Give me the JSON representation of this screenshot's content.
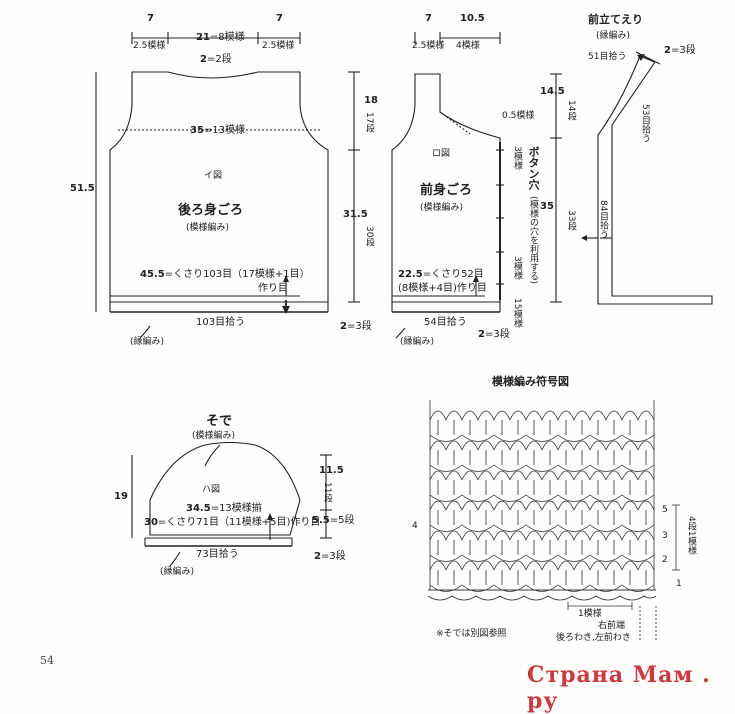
{
  "back": {
    "w_left": "7",
    "w_left_sub": "2.5模様",
    "w_mid": "21",
    "w_mid_eq": "=8模様",
    "w_right": "7",
    "w_right_sub": "2.5模様",
    "neck_rows": "2",
    "neck_rows_eq": "=2段",
    "chest": "35",
    "chest_eq": "=13模様",
    "label_id": "イ図",
    "title": "後ろ身ごろ",
    "stitch": "(模様編み)",
    "cast_on": "45.5",
    "cast_on_eq": "=くさり103目（17模様+1目）",
    "start": "作り目",
    "pickup": "103目拾う",
    "edge": "(縁編み)",
    "total_h": "51.5",
    "h_top": "18",
    "h_top_sub": "17段",
    "h_body": "31.5",
    "h_body_sub": "30段",
    "edge_rows": "2",
    "edge_rows_eq": "=3段"
  },
  "front": {
    "w_left": "7",
    "w_left_sub": "2.5模様",
    "w_mid": "10.5",
    "w_mid_sub": "4模様",
    "neck": "0.5模様",
    "label_id": "ロ図",
    "title": "前身ごろ",
    "stitch": "(模様編み)",
    "cast_on": "22.5",
    "cast_on_eq": "=くさり52目",
    "cast_on_2": "(8模様+4目)作り目",
    "pickup": "54目拾う",
    "edge": "(縁編み)",
    "edge_rows": "2",
    "edge_rows_eq": "=3段",
    "h_top": "14.5",
    "h_top_sub": "14段",
    "h_body": "35",
    "h_body_sub": "33段",
    "rep_top": "3模様",
    "rep_bot": "3模様",
    "rep_last": "15模様",
    "button_title": "ボタン穴",
    "button_sub": "(模様の穴を利用する)"
  },
  "collar": {
    "title": "前立てえり",
    "stitch": "(縁編み)",
    "pick_top": "51目拾う",
    "rows": "2",
    "rows_eq": "=3段",
    "pick_neck": "53目拾う",
    "pick_front": "84目拾う"
  },
  "sleeve": {
    "title": "そで",
    "stitch": "(模様編み)",
    "label_id": "ハ図",
    "h": "19",
    "top_w": "34.5",
    "top_w_eq": "=13模様揃",
    "cast_on": "30",
    "cast_on_eq": "=くさり71目（11模様+5目)作り目",
    "pickup": "73目拾う",
    "edge": "(縁編み)",
    "h_top": "11.5",
    "h_top_sub": "11段",
    "h_bot": "5.5",
    "h_bot_eq": "=5段",
    "edge_rows": "2",
    "edge_rows_eq": "=3段"
  },
  "chart": {
    "title": "模様編み符号図",
    "rep": "1模様",
    "right_edge": "右前端",
    "note_edge": "後ろわき,左前わき",
    "note": "※そでは別図参照",
    "row_4": "4",
    "row_5": "5",
    "row_3": "3",
    "row_2": "2",
    "row_1": "1",
    "rep_rows": "4段1模様"
  },
  "page_number": "54",
  "watermark": "Страна Мам . ру"
}
